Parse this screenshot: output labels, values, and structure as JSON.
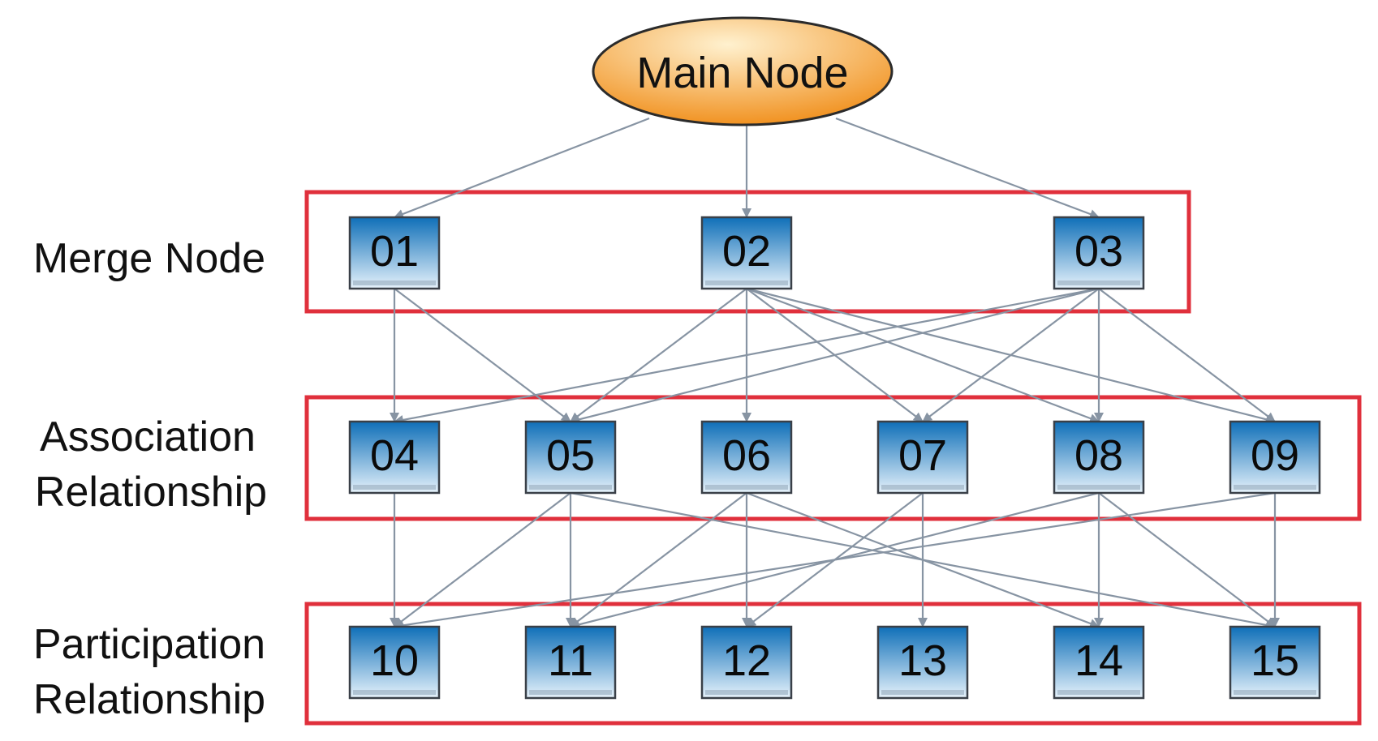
{
  "main_node": {
    "label": "Main Node"
  },
  "rows": [
    {
      "id": "merge",
      "label_lines": [
        "Merge Node"
      ],
      "nodes": [
        "01",
        "02",
        "03"
      ]
    },
    {
      "id": "association",
      "label_lines": [
        "Association",
        "Relationship"
      ],
      "nodes": [
        "04",
        "05",
        "06",
        "07",
        "08",
        "09"
      ]
    },
    {
      "id": "participation",
      "label_lines": [
        "Participation",
        "Relationship"
      ],
      "nodes": [
        "10",
        "11",
        "12",
        "13",
        "14",
        "15"
      ]
    }
  ],
  "edges": [
    [
      "main",
      "01"
    ],
    [
      "main",
      "02"
    ],
    [
      "main",
      "03"
    ],
    [
      "01",
      "04"
    ],
    [
      "01",
      "05"
    ],
    [
      "02",
      "05"
    ],
    [
      "02",
      "06"
    ],
    [
      "02",
      "07"
    ],
    [
      "02",
      "08"
    ],
    [
      "02",
      "09"
    ],
    [
      "03",
      "04"
    ],
    [
      "03",
      "05"
    ],
    [
      "03",
      "07"
    ],
    [
      "03",
      "08"
    ],
    [
      "03",
      "09"
    ],
    [
      "04",
      "10"
    ],
    [
      "05",
      "10"
    ],
    [
      "05",
      "11"
    ],
    [
      "05",
      "15"
    ],
    [
      "06",
      "11"
    ],
    [
      "06",
      "12"
    ],
    [
      "06",
      "14"
    ],
    [
      "07",
      "12"
    ],
    [
      "07",
      "13"
    ],
    [
      "08",
      "11"
    ],
    [
      "08",
      "14"
    ],
    [
      "08",
      "15"
    ],
    [
      "09",
      "10"
    ],
    [
      "09",
      "15"
    ]
  ],
  "colors": {
    "group_border": "#e0303c",
    "edge": "#8794a3",
    "node_top": "#0f6fb8",
    "node_bottom": "#e6f2fb",
    "node_border": "#3a4048",
    "main_top": "#fff1cf",
    "main_bottom": "#f08c16",
    "main_border": "#2b2b2b"
  }
}
